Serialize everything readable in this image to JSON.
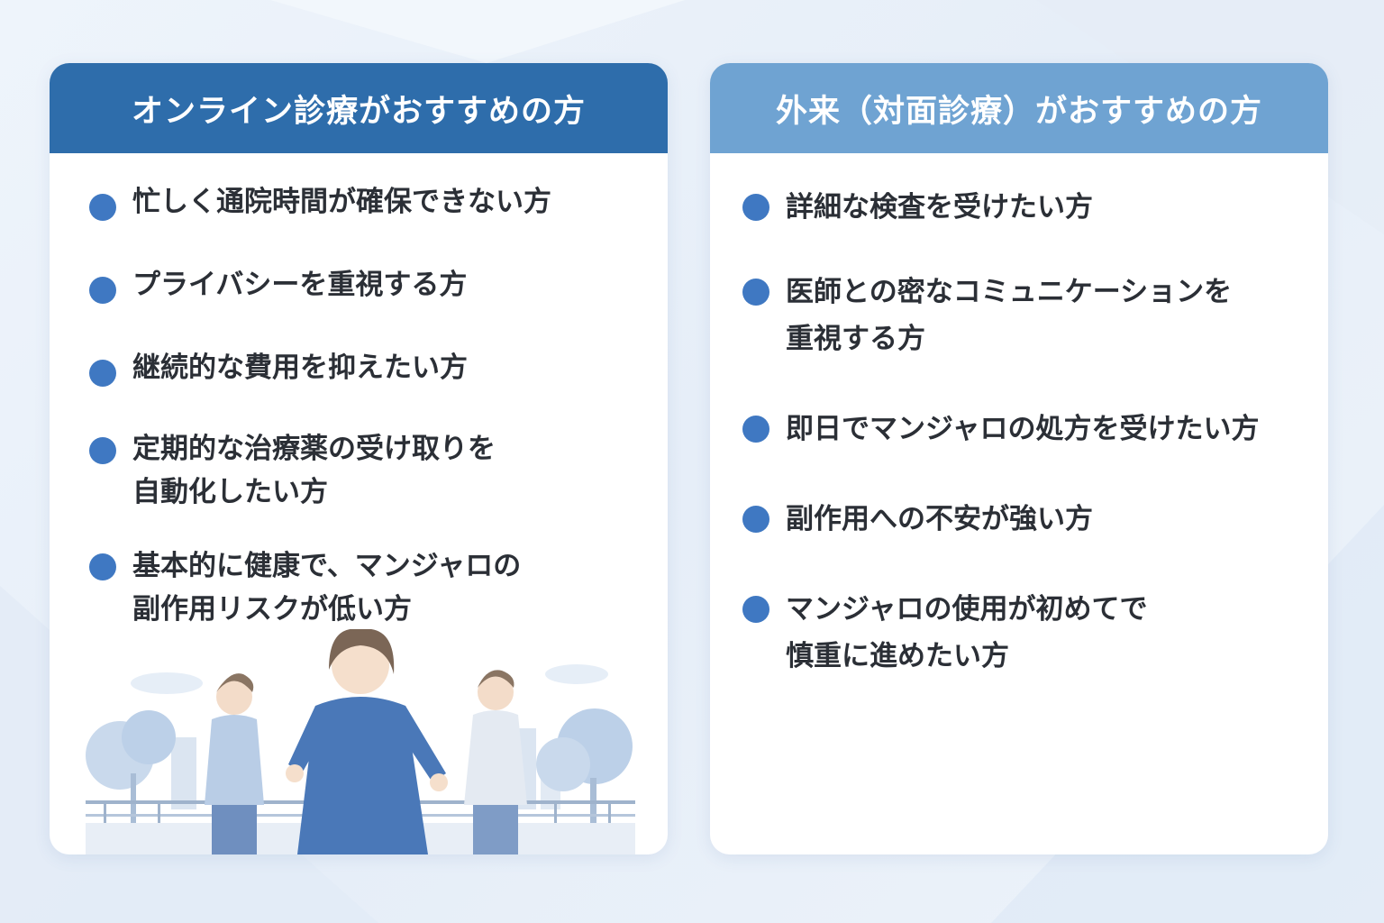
{
  "colors": {
    "left_header": "#2e6dab",
    "right_header": "#6fa3d2",
    "bullet": "#3f78c2",
    "text": "#2b2f36"
  },
  "left_card": {
    "title": "オンライン診療がおすすめの方",
    "items": [
      {
        "line1": "忙しく通院時間が確保できない方",
        "line2": ""
      },
      {
        "line1": "プライバシーを重視する方",
        "line2": ""
      },
      {
        "line1": "継続的な費用を抑えたい方",
        "line2": ""
      },
      {
        "line1": "定期的な治療薬の受け取りを",
        "line2": "自動化したい方"
      },
      {
        "line1": "基本的に健康で、マンジャロの",
        "line2": "副作用リスクが低い方"
      }
    ],
    "illustration": "three-women-jogging-in-park"
  },
  "right_card": {
    "title": "外来（対面診療）がおすすめの方",
    "items": [
      {
        "line1": "詳細な検査を受けたい方",
        "line2": ""
      },
      {
        "line1": "医師との密なコミュニケーションを",
        "line2": "重視する方"
      },
      {
        "line1": "即日でマンジャロの処方を受けたい方",
        "line2": ""
      },
      {
        "line1": "副作用への不安が強い方",
        "line2": ""
      },
      {
        "line1": "マンジャロの使用が初めてで",
        "line2": "慎重に進めたい方"
      }
    ]
  }
}
